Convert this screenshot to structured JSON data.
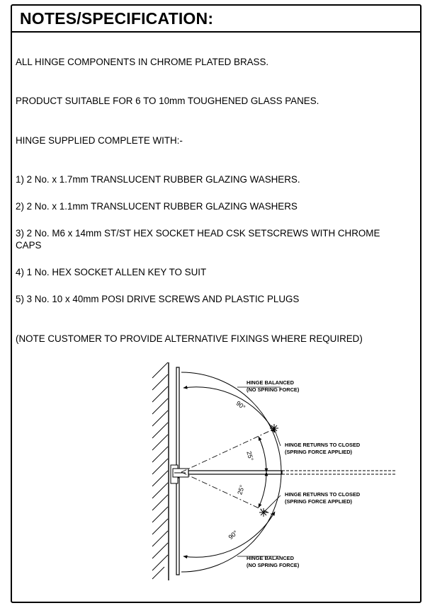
{
  "title": "NOTES/SPECIFICATION:",
  "notes": [
    "ALL HINGE COMPONENTS IN CHROME PLATED BRASS.",
    "PRODUCT SUITABLE FOR 6 TO 10mm TOUGHENED GLASS PANES.",
    "HINGE SUPPLIED COMPLETE WITH:-",
    "1) 2 No. x 1.7mm TRANSLUCENT RUBBER GLAZING WASHERS.",
    "2) 2 No. x 1.1mm TRANSLUCENT RUBBER GLAZING WASHERS",
    "3) 2 No. M6 x 14mm ST/ST HEX SOCKET HEAD CSK SETSCREWS WITH CHROME CAPS",
    "4) 1 No. HEX SOCKET ALLEN KEY TO SUIT",
    "5) 3 No. 10 x 40mm POSI DRIVE SCREWS AND PLASTIC PLUGS",
    "(NOTE CUSTOMER TO PROVIDE ALTERNATIVE FIXINGS WHERE REQUIRED)"
  ],
  "diagram": {
    "top_balanced": [
      "HINGE BALANCED",
      "(NO SPRING FORCE)"
    ],
    "upper_returns": [
      "HINGE RETURNS TO CLOSED",
      "(SPRING FORCE APPLIED)"
    ],
    "lower_returns": [
      "HINGE RETURNS TO CLOSED",
      "(SPRING FORCE APPLIED)"
    ],
    "bottom_balanced": [
      "HINGE BALANCED",
      "(NO SPRING FORCE)"
    ],
    "angle_90_upper": "90°",
    "angle_25_upper": "25°",
    "angle_25_lower": "25°",
    "angle_90_lower": "90°"
  }
}
